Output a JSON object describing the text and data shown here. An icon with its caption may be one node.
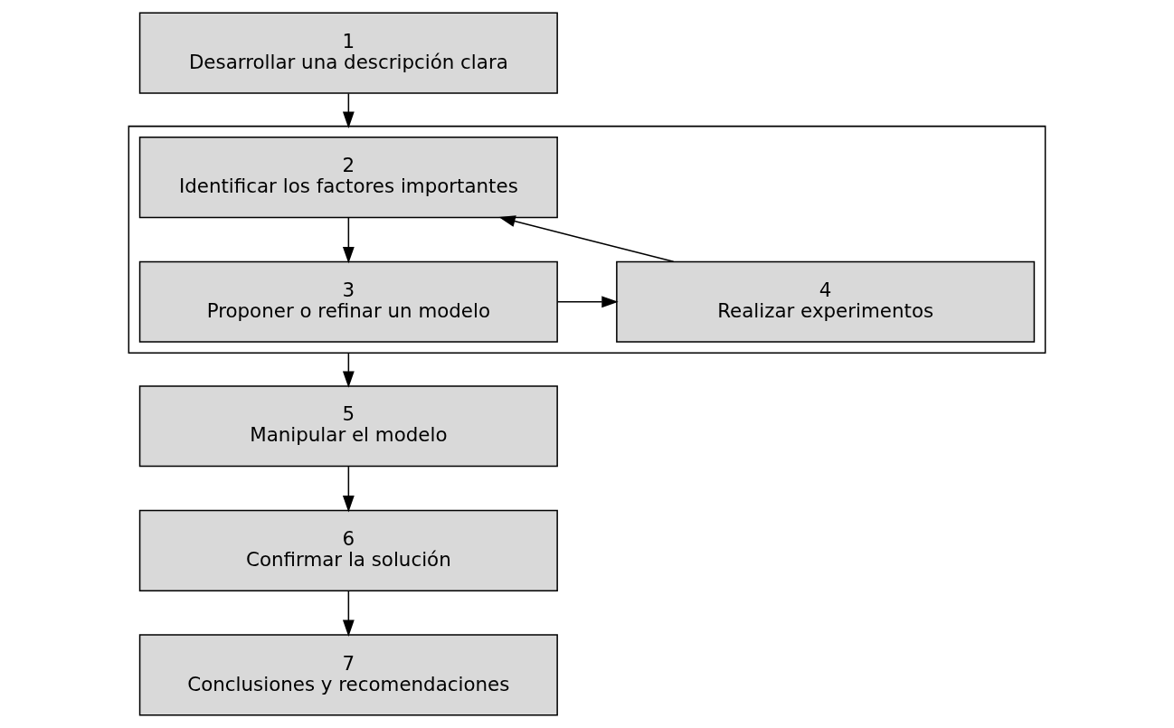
{
  "diagram": {
    "nodes": [
      {
        "text": [
          "1",
          "Desarrollar una descripción clara"
        ]
      },
      {
        "text": [],
        "shape": "box"
      },
      {
        "text": [
          "2",
          "Identificar los factores importantes"
        ],
        "in": 1
      },
      {
        "text": [
          "3",
          "Proponer o refinar un modelo"
        ],
        "in": 1
      },
      {
        "text": [
          "4",
          "Realizar experimentos"
        ],
        "in": 1
      },
      {
        "text": [
          "5",
          "Manipular el modelo"
        ]
      },
      {
        "text": [
          "6",
          "Confirmar la solución"
        ]
      },
      {
        "text": [
          "7",
          "Conclusiones y recomendaciones"
        ]
      }
    ],
    "edges": [
      {
        "from": 0,
        "to": 1,
        "arrow": "to"
      },
      {
        "from": 2,
        "to": 3,
        "arrow": "to"
      },
      {
        "from": 3,
        "to": 4,
        "arrow": "to"
      },
      {
        "from": 4,
        "to": 2,
        "arrow": "to"
      },
      {
        "from": 1,
        "to": 5,
        "arrow": "to"
      },
      {
        "from": 5,
        "to": 6,
        "arrow": "to"
      },
      {
        "from": 6,
        "to": 7,
        "arrow": "to"
      }
    ]
  }
}
